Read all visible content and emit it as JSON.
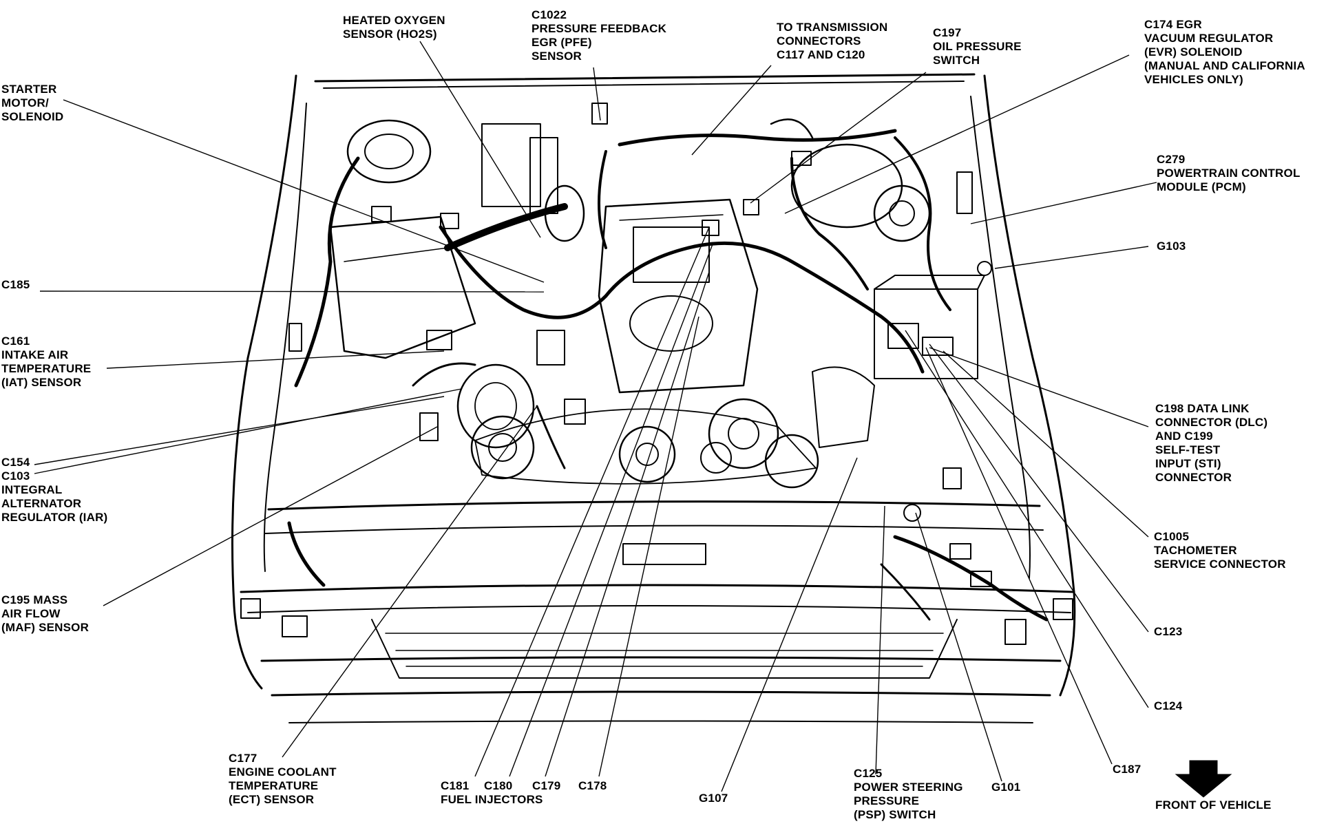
{
  "labels": {
    "heated_oxygen_sensor": [
      "HEATED OXYGEN",
      "SENSOR (HO2S)"
    ],
    "c1022": [
      "C1022",
      "PRESSURE FEEDBACK",
      "EGR (PFE)",
      "SENSOR"
    ],
    "transmission": [
      "TO TRANSMISSION",
      "CONNECTORS",
      "C117 AND C120"
    ],
    "c197": [
      "C197",
      "OIL PRESSURE",
      "SWITCH"
    ],
    "c174": [
      "C174 EGR",
      "VACUUM REGULATOR",
      "(EVR) SOLENOID",
      "(MANUAL AND CALIFORNIA",
      "VEHICLES ONLY)"
    ],
    "starter": [
      "STARTER",
      "MOTOR/",
      "SOLENOID"
    ],
    "c279": [
      "C279",
      "POWERTRAIN CONTROL",
      "MODULE (PCM)"
    ],
    "g103": [
      "G103"
    ],
    "c185": [
      "C185"
    ],
    "c161": [
      "C161",
      "INTAKE AIR",
      "TEMPERATURE",
      "(IAT) SENSOR"
    ],
    "c198": [
      "C198 DATA LINK",
      "CONNECTOR (DLC)",
      "AND C199",
      "SELF-TEST",
      "INPUT (STI)",
      "CONNECTOR"
    ],
    "c154": [
      "C154"
    ],
    "c103": [
      "C103",
      "INTEGRAL",
      "ALTERNATOR",
      "REGULATOR (IAR)"
    ],
    "c1005": [
      "C1005",
      "TACHOMETER",
      "SERVICE CONNECTOR"
    ],
    "c195": [
      "C195 MASS",
      "AIR FLOW",
      "(MAF) SENSOR"
    ],
    "c123": [
      "C123"
    ],
    "c124": [
      "C124"
    ],
    "c177": [
      "C177",
      "ENGINE COOLANT",
      "TEMPERATURE",
      "(ECT) SENSOR"
    ],
    "c181": [
      "C181"
    ],
    "c180": [
      "C180"
    ],
    "c179": [
      "C179"
    ],
    "c178": [
      "C178"
    ],
    "fuel_injectors": [
      "FUEL INJECTORS"
    ],
    "g107": [
      "G107"
    ],
    "c125": [
      "C125",
      "POWER STEERING",
      "PRESSURE",
      "(PSP) SWITCH"
    ],
    "g101": [
      "G101"
    ],
    "c187": [
      "C187"
    ],
    "front_of_vehicle": [
      "FRONT OF VEHICLE"
    ]
  }
}
